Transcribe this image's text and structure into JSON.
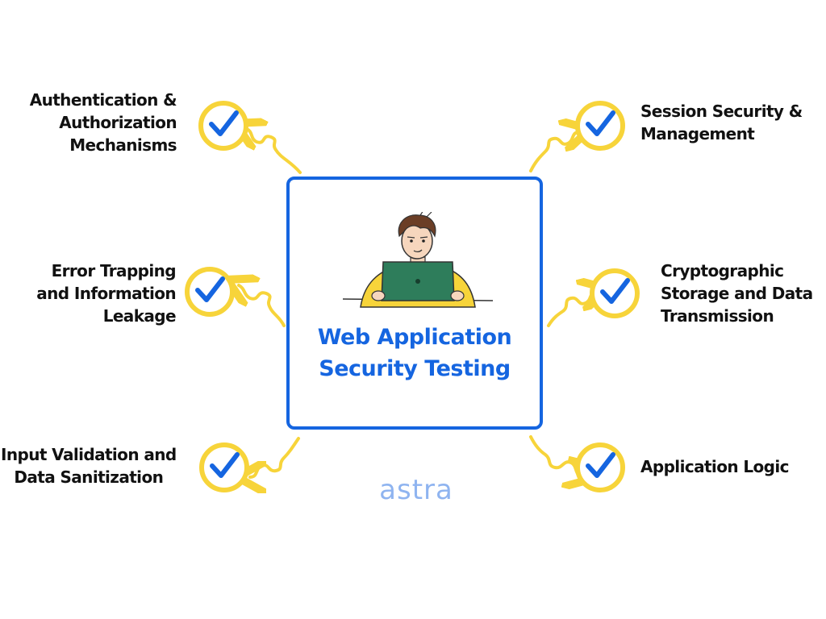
{
  "center": {
    "title_line1": "Web Application",
    "title_line2": "Security Testing",
    "illustration": "person-at-laptop"
  },
  "items": [
    {
      "lines": [
        "Authentication &",
        "Authorization",
        "Mechanisms"
      ],
      "icon": "check-circle-icon"
    },
    {
      "lines": [
        "Error Trapping",
        "and Information",
        "Leakage"
      ],
      "icon": "check-circle-icon"
    },
    {
      "lines": [
        "Input Validation and",
        "Data Sanitization"
      ],
      "icon": "check-circle-icon"
    },
    {
      "lines": [
        "Session Security &",
        "Management"
      ],
      "icon": "check-circle-icon"
    },
    {
      "lines": [
        "Cryptographic",
        "Storage and Data",
        "Transmission"
      ],
      "icon": "check-circle-icon"
    },
    {
      "lines": [
        "Application Logic"
      ],
      "icon": "check-circle-icon"
    }
  ],
  "logo": {
    "text": "astra"
  },
  "colors": {
    "accent": "#1565e0",
    "highlight": "#f7d43a",
    "logo": "#8fb4f0"
  }
}
